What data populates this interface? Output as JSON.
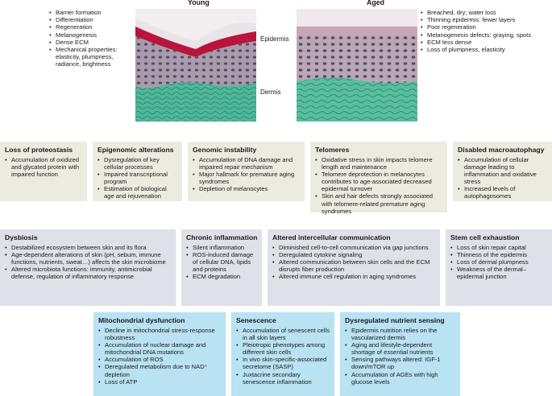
{
  "header": {
    "young_title": "Young",
    "aged_title": "Aged",
    "epidermis_label": "Epidermis",
    "dermis_label": "Dermis"
  },
  "young_features": [
    "Barrier formation",
    "Differentiation",
    "Regeneration",
    "Melanogenesis",
    "Dense ECM",
    "Mechanical properties: elasticity, plumpness, radiance, brightness"
  ],
  "aged_features": [
    "Breached, dry; water loss",
    "Thinning epidermis: fewer layers",
    "Poor regeneration",
    "Melanogenesis defects: graying, spots",
    "ECM less dense",
    "Loss of plumpness, elasticity"
  ],
  "colors": {
    "beige": "#ecebe0",
    "gray": "#dfe1e8",
    "blue": "#b9e2f3",
    "keratin_red": "#b8143c",
    "dermis_teal": "#3fae92",
    "epidermis_purple": "#8e7d96"
  },
  "row1": [
    {
      "title": "Loss of proteostasis",
      "items": [
        "Accumulation of oxidized and glycated protein with impaired function"
      ]
    },
    {
      "title": "Epigenomic alterations",
      "items": [
        "Dysregulation of key cellular processes",
        "Impaired transcriptional program",
        "Estimation of biological age and rejuvenation"
      ]
    },
    {
      "title": "Genomic instability",
      "items": [
        "Accumulation of DNA damage and impaired repair mechanism",
        "Major hallmark for premature aging syndromes",
        "Depletion of melanocytes"
      ]
    },
    {
      "title": "Telomeres",
      "items": [
        "Oxidative stress in skin impacts telomere length and maintenance",
        "Telomere deprotection in melanocytes contributes to age-associated decreased epidermal turnover",
        "Skin and hair defects strongly associated with telomere-related premature aging syndromes"
      ]
    },
    {
      "title": "Disabled macroautophagy",
      "items": [
        "Accumulation of cellular damage leading to inflammation and oxidative stress",
        "Increased levels of autophagosomes"
      ]
    }
  ],
  "row2": [
    {
      "title": "Dysbiosis",
      "items": [
        "Destabilized ecosystem between skin and its flora",
        "Age-dependent alterations of skin (pH, sebum, immune functions, nutrients, sweat…) affects the skin microbiome",
        "Altered microbiota functions: immunity, antimicrobial defense, regulation of inflammatory response"
      ]
    },
    {
      "title": "Chronic inflammation",
      "items": [
        "Silent inflammation",
        "ROS-induced damage of cellular DNA, lipids and proteins",
        "ECM degradation"
      ]
    },
    {
      "title": "Altered intercellular communication",
      "items": [
        "Diminished cell-to-cell communication via gap junctions",
        "Deregulated cytokine signaling",
        "Altered communication between skin cells and the ECM disrupts fiber production",
        "Altered immune cell regulation in aging syndromes"
      ]
    },
    {
      "title": "Stem cell exhaustion",
      "items": [
        "Loss of skin repair capital",
        "Thinness of the epidermis",
        "Loss of dermal plumpness",
        "Weakness of the dermal–epidermal junction"
      ]
    }
  ],
  "row3": [
    {
      "title": "Mitochondrial dysfunction",
      "items": [
        "Decline in mitochondrial stress-response robustness",
        "Accumulation of nuclear damage and mitochondrial DNA mutations",
        "Accumulation of ROS",
        "Deregulated metabolism due to NAD⁺ depletion",
        "Loss of ATP"
      ]
    },
    {
      "title": "Senescence",
      "items": [
        "Accumulation of senescent cells in all skin layers",
        "Pleiotropic phenotypes among different skin cells",
        "In vivo skin-specific-associated secretome (SASP)",
        "Juxtacrine secondary senescence inflammation"
      ]
    },
    {
      "title": "Dysregulated nutrient sensing",
      "items": [
        "Epidermis nutrition relies on the vascularized dermis",
        "Aging and lifestyle-dependent shortage of essential nutrients",
        "Sensing pathways altered: IGF-1 down/mTOR up",
        "Accumulation of AGEs with high glucose levels"
      ]
    }
  ]
}
